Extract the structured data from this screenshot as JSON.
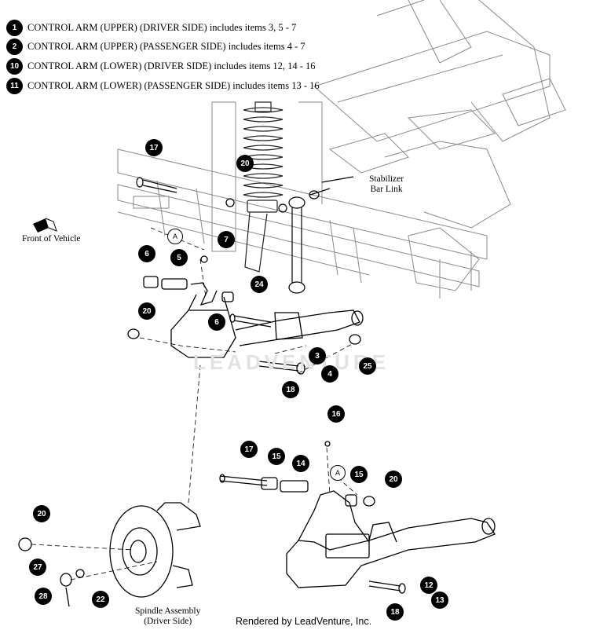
{
  "legend": [
    {
      "number": "1",
      "text": "CONTROL ARM (UPPER) (DRIVER SIDE) includes items 3, 5 - 7"
    },
    {
      "number": "2",
      "text": "CONTROL ARM (UPPER) (PASSENGER SIDE) includes items 4 - 7"
    },
    {
      "number": "10",
      "text": "CONTROL ARM (LOWER) (DRIVER SIDE) includes items 12, 14 - 16"
    },
    {
      "number": "11",
      "text": "CONTROL ARM (LOWER) (PASSENGER SIDE) includes items 13 - 16"
    }
  ],
  "labels": {
    "stabilizer_line1": "Stabilizer",
    "stabilizer_line2": "Bar Link",
    "front_of_vehicle": "Front of Vehicle",
    "spindle_line1": "Spindle Assembly",
    "spindle_line2": "(Driver Side)",
    "reference_a": "A",
    "credit": "Rendered by LeadVenture, Inc.",
    "watermark": "LEADVENTURE"
  },
  "callouts": [
    "17",
    "20",
    "7",
    "6",
    "5",
    "24",
    "20",
    "6",
    "3",
    "4",
    "25",
    "18",
    "16",
    "17",
    "15",
    "14",
    "15",
    "20",
    "20",
    "27",
    "22",
    "28",
    "12",
    "13",
    "18"
  ]
}
